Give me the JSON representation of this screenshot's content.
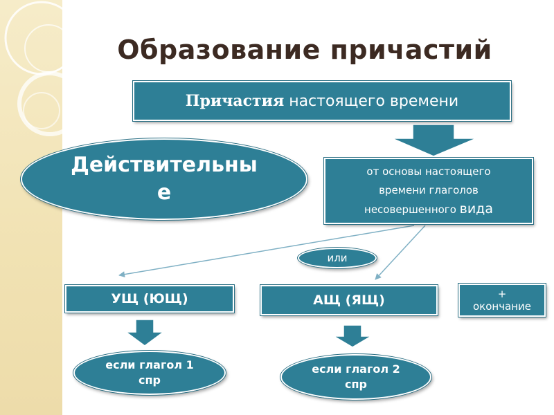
{
  "title": "Образование причастий",
  "top_box": {
    "serif_part": "Причастия",
    "sans_part": " настоящего времени"
  },
  "main_oval": {
    "label": "Действительные"
  },
  "basis_box": {
    "line1": "от основы настоящего",
    "line2": "времени глаголов",
    "line3_a": "несовершенного ",
    "line3_b": "вида"
  },
  "or_oval": {
    "label": "или"
  },
  "suffix_1": {
    "label": "УЩ (ЮЩ)"
  },
  "suffix_2": {
    "label": "АЩ (ЯЩ)"
  },
  "ending_box": {
    "line1": "+",
    "line2": "окончание"
  },
  "condition_1": {
    "label": "если глагол 1 спр"
  },
  "condition_2": {
    "label": "если глагол 2 спр"
  },
  "colors": {
    "box_fill": "#2e7f96",
    "title_text": "#3c2a22",
    "side_panel": "#f1e2b3",
    "arrow_fill": "#2e7f96"
  }
}
